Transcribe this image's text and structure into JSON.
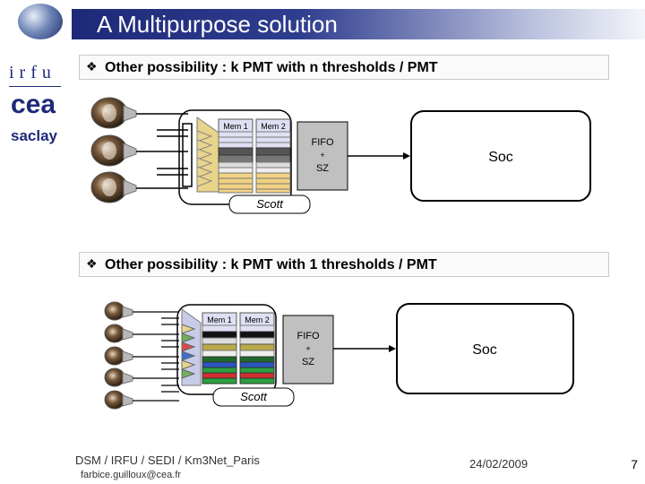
{
  "header": {
    "title": "A Multipurpose solution",
    "logo_round_text": "",
    "logo_irfu": "irfu",
    "logo_cea": "cea",
    "logo_saclay": "saclay"
  },
  "section1": {
    "heading": "Other possibility : k PMT with n thresholds / PMT",
    "mem1": "Mem 1",
    "mem2": "Mem 2",
    "fifo_line1": "FIFO",
    "fifo_line2": "+",
    "fifo_line3": "SZ",
    "soc": "Soc",
    "scott": "Scott",
    "pmt_count": 3
  },
  "section2": {
    "heading": "Other possibility : k PMT with 1 thresholds / PMT",
    "mem1": "Mem 1",
    "mem2": "Mem 2",
    "fifo_line1": "FIFO",
    "fifo_line2": "+",
    "fifo_line3": "SZ",
    "soc": "Soc",
    "scott": "Scott",
    "pmt_count": 5
  },
  "footer": {
    "org": "DSM / IRFU / SEDI / Km3Net_Paris",
    "email": "farbice.guilloux@cea.fr",
    "date": "24/02/2009",
    "page": "7"
  },
  "colors": {
    "title_bar": "#1e2a78",
    "mem_stripe_1": "#d9dbf0",
    "mem_stripe_dark": "#555555",
    "mem_stripe_yellow": "#f1d283",
    "fifo_fill": "#bfbfbf"
  }
}
